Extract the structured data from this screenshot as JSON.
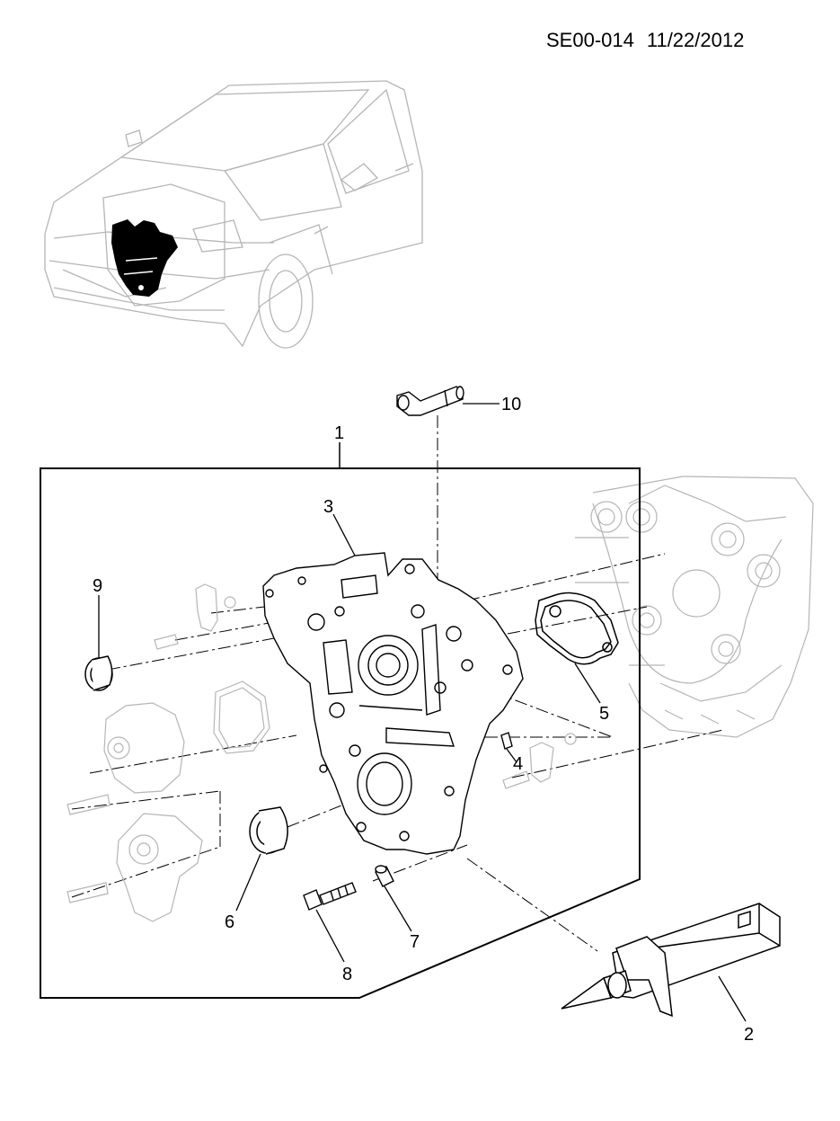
{
  "header": {
    "doc_code": "SE00-014",
    "date": "11/22/2012"
  },
  "callouts": [
    "1",
    "2",
    "3",
    "4",
    "5",
    "6",
    "7",
    "8",
    "9",
    "10"
  ],
  "colors": {
    "line": "#000000",
    "ghost": "#b5b5b5",
    "highlight": "#000000"
  }
}
